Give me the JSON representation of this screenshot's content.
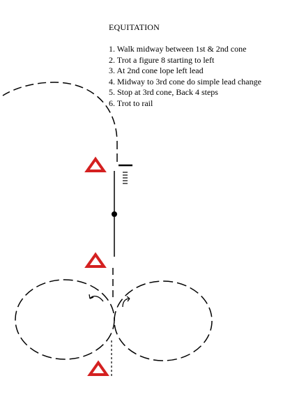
{
  "title": "EQUITATION",
  "instructions": [
    "1. Walk midway between 1st & 2nd cone",
    "2. Trot a  figure 8 starting to left",
    "3. At 2nd cone lope left lead",
    "4. Midway to 3rd cone do simple lead change",
    "5. Stop at 3rd cone, Back 4 steps",
    "6. Trot to rail"
  ],
  "colors": {
    "cone": "#d42020",
    "line": "#000000",
    "background": "#ffffff"
  },
  "icons": {
    "cone": "warning-triangle-icon",
    "back_steps": "back-up-steps-icon",
    "halt": "stop-bar-icon",
    "midpoint": "dot-marker-icon",
    "direction": "curved-arrow-icon"
  }
}
